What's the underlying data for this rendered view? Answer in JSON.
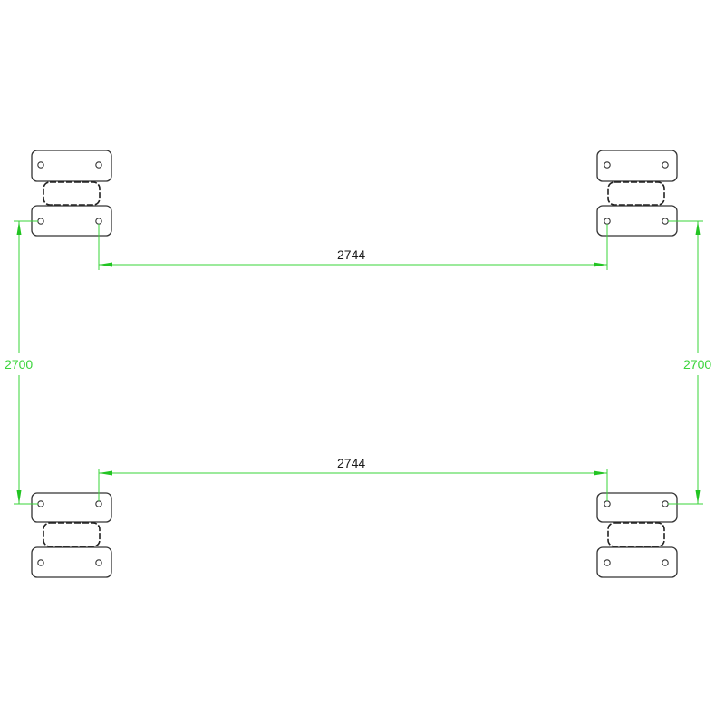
{
  "drawing": {
    "line_color": "#333333",
    "dimension_color": "#3ad43a",
    "dimensions": {
      "top_horizontal": "2744",
      "bottom_horizontal": "2744",
      "left_vertical": "2700",
      "right_vertical": "2700"
    },
    "mounts": [
      {
        "position": "top-left"
      },
      {
        "position": "top-right"
      },
      {
        "position": "bottom-left"
      },
      {
        "position": "bottom-right"
      }
    ]
  }
}
